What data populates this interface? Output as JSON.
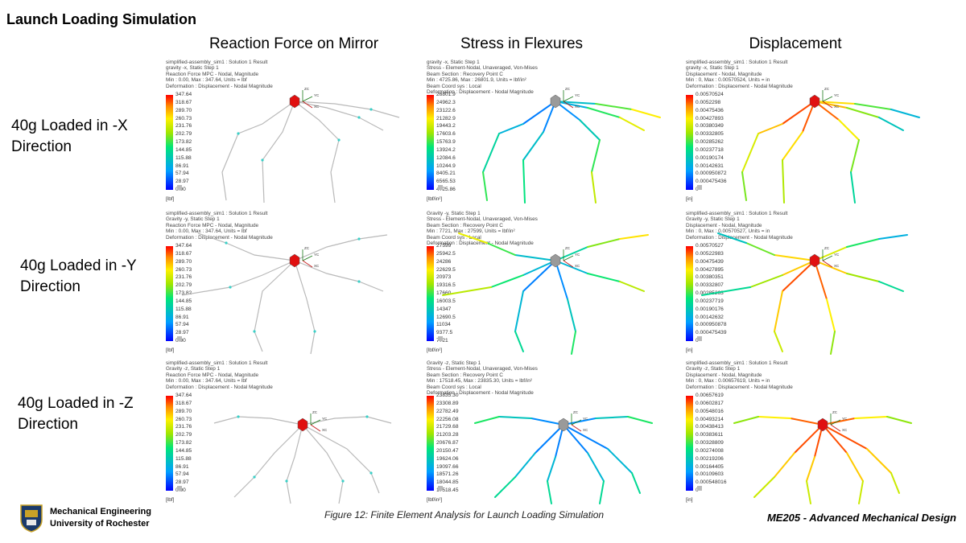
{
  "slide": {
    "title": "Launch Loading Simulation",
    "columns": [
      "Reaction Force on Mirror",
      "Stress in Flexures",
      "Displacement"
    ],
    "rows": [
      {
        "line1": "40g Loaded in -X",
        "line2": "Direction"
      },
      {
        "line1": "40g Loaded in -Y",
        "line2": "Direction"
      },
      {
        "line1": "40g Loaded in -Z",
        "line2": "Direction"
      }
    ],
    "caption": "Figure 12: Finite Element Analysis for Launch Loading Simulation",
    "course": "ME205 - Advanced Mechanical Design",
    "org": {
      "line1": "Mechanical Engineering",
      "line2": "University of Rochester"
    }
  },
  "panels": [
    [
      {
        "header": [
          "simplified-assembly_sim1 : Solution 1 Result",
          "gravity -x, Static Step 1",
          "Reaction Force MPC - Nodal, Magnitude",
          "Min : 0.00, Max : 347.64, Units = lbf",
          "Deformation : Displacement - Nodal Magnitude"
        ],
        "ticks": [
          "347.64",
          "318.67",
          "289.70",
          "260.73",
          "231.76",
          "202.79",
          "173.82",
          "144.85",
          "115.88",
          "86.91",
          "57.94",
          "28.97",
          "0.00"
        ],
        "unit": "[lbf]"
      },
      {
        "header": [
          "gravity -x, Static Step 1",
          "Stress - Element-Nodal, Unaveraged, Von-Mises",
          "Beam Section : Recovery Point C",
          "Min : 4725.86, Max : 26801.9, Units = lbf/in²",
          "Beam Coord sys : Local",
          "Deformation : Displacement - Nodal Magnitude"
        ],
        "ticks": [
          "26801.9",
          "24962.3",
          "23122.6",
          "21282.9",
          "19443.2",
          "17603.6",
          "15763.9",
          "13924.2",
          "12084.6",
          "10244.9",
          "8405.21",
          "6565.53",
          "4725.86"
        ],
        "unit": "[lbf/in²]"
      },
      {
        "header": [
          "simplified-assembly_sim1 : Solution 1 Result",
          "gravity -x, Static Step 1",
          "Displacement - Nodal, Magnitude",
          "Min : 0, Max : 0.00570524, Units = in",
          "Deformation : Displacement - Nodal Magnitude"
        ],
        "ticks": [
          "0.00570524",
          "0.0052298",
          "0.00475436",
          "0.00427893",
          "0.00380349",
          "0.00332805",
          "0.00285262",
          "0.00237718",
          "0.00190174",
          "0.00142631",
          "0.000950872",
          "0.000475436",
          "0"
        ],
        "unit": "[in]"
      }
    ],
    [
      {
        "header": [
          "simplified-assembly_sim1 : Solution 1 Result",
          "Gravity -y, Static Step 1",
          "Reaction Force MPC - Nodal, Magnitude",
          "Min : 0.00, Max : 347.64, Units = lbf",
          "Deformation : Displacement - Nodal Magnitude"
        ],
        "ticks": [
          "347.64",
          "318.67",
          "289.70",
          "260.73",
          "231.76",
          "202.79",
          "173.82",
          "144.85",
          "115.88",
          "86.91",
          "57.94",
          "28.97",
          "0.00"
        ],
        "unit": "[lbf]"
      },
      {
        "header": [
          "Gravity -y, Static Step 1",
          "Stress - Element-Nodal, Unaveraged, Von-Mises",
          "Beam Section : Recovery Point C",
          "Min : 7721, Max : 27599, Units = lbf/in²",
          "Beam Coord sys : Local",
          "Deformation : Displacement - Nodal Magnitude"
        ],
        "ticks": [
          "27599",
          "25942.5",
          "24286",
          "22629.5",
          "20973",
          "19316.5",
          "17660",
          "16003.5",
          "14347",
          "12690.5",
          "11034",
          "9377.5",
          "7721"
        ],
        "unit": "[lbf/in²]"
      },
      {
        "header": [
          "simplified-assembly_sim1 : Solution 1 Result",
          "Gravity -y, Static Step 1",
          "Displacement - Nodal, Magnitude",
          "Min : 0, Max : 0.00570527, Units = in",
          "Deformation : Displacement - Nodal Magnitude"
        ],
        "ticks": [
          "0.00570527",
          "0.00522983",
          "0.00475439",
          "0.00427895",
          "0.00380351",
          "0.00332807",
          "0.00285263",
          "0.00237719",
          "0.00190176",
          "0.00142632",
          "0.000950878",
          "0.000475439",
          "0"
        ],
        "unit": "[in]"
      }
    ],
    [
      {
        "header": [
          "simplified-assembly_sim1 : Solution 1 Result",
          "Gravity -z, Static Step 1",
          "Reaction Force MPC - Nodal, Magnitude",
          "Min : 0.00, Max : 347.64, Units = lbf",
          "Deformation : Displacement - Nodal Magnitude"
        ],
        "ticks": [
          "347.64",
          "318.67",
          "289.70",
          "260.73",
          "231.76",
          "202.79",
          "173.82",
          "144.85",
          "115.88",
          "86.91",
          "57.94",
          "28.97",
          "0.00"
        ],
        "unit": "[lbf]"
      },
      {
        "header": [
          "Gravity -z, Static Step 1",
          "Stress - Element-Nodal, Unaveraged, Von-Mises",
          "Beam Section : Recovery Point C",
          "Min : 17518.45, Max : 23835.30, Units = lbf/in²",
          "Beam Coord sys : Local",
          "Deformation : Displacement - Nodal Magnitude"
        ],
        "ticks": [
          "23835.30",
          "23308.89",
          "22782.49",
          "22256.08",
          "21729.68",
          "21203.28",
          "20676.87",
          "20150.47",
          "19624.06",
          "19097.66",
          "18571.26",
          "18044.85",
          "17518.45"
        ],
        "unit": "[lbf/in²]"
      },
      {
        "header": [
          "simplified-assembly_sim1 : Solution 1 Result",
          "Gravity -z, Static Step 1",
          "Displacement - Nodal, Magnitude",
          "Min : 0, Max : 0.00657619, Units = in",
          "Deformation : Displacement - Nodal Magnitude"
        ],
        "ticks": [
          "0.00657619",
          "0.00602817",
          "0.00548016",
          "0.00493214",
          "0.00438413",
          "0.00383611",
          "0.00328809",
          "0.00274008",
          "0.00219206",
          "0.00164405",
          "0.00109603",
          "0.000548016",
          "0"
        ],
        "unit": "[in]"
      }
    ]
  ],
  "axis_labels": {
    "zc": "ZC",
    "yc": "YC",
    "xc": "XC"
  },
  "colors": {
    "max": "#ff0000",
    "min": "#0000ff",
    "mirror_red": "#e01010",
    "mirror_gray": "#9a9a9a",
    "undeformed": "#b9b9b9"
  }
}
